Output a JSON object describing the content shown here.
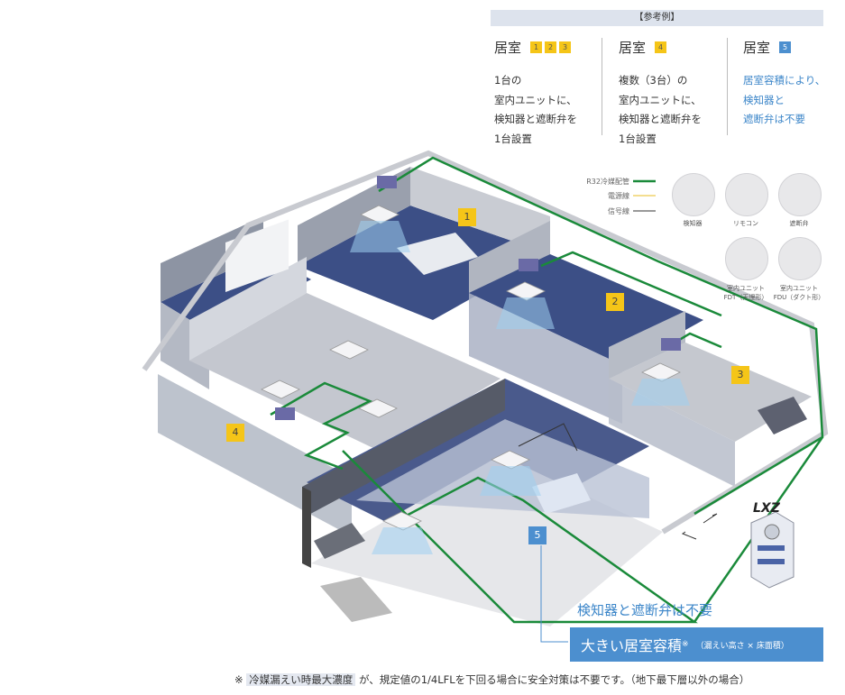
{
  "reference": {
    "header": "【参考例】",
    "columns": [
      {
        "title": "居室",
        "tags": [
          "1",
          "2",
          "3"
        ],
        "lines": [
          "1台の",
          "室内ユニットに、",
          "検知器と遮断弁を",
          "1台設置"
        ]
      },
      {
        "title": "居室",
        "tags": [
          "4"
        ],
        "lines": [
          "複数（3台）の",
          "室内ユニットに、",
          "検知器と遮断弁を",
          "1台設置"
        ]
      },
      {
        "title": "居室",
        "tags": [
          "5"
        ],
        "lines": [
          "居室容積により、",
          "検知器と",
          "遮断弁は不要"
        ]
      }
    ]
  },
  "legend": {
    "pipe": "R32冷媒配管",
    "power": "電源線",
    "signal": "信号線",
    "icons": [
      {
        "name": "detector-icon",
        "label": "検知器"
      },
      {
        "name": "remote-icon",
        "label": "リモコン"
      },
      {
        "name": "shutoff-valve-icon",
        "label": "遮断弁"
      },
      {
        "name": "indoor-fdt-icon",
        "label": "室内ユニット\nFDT（天埋形）"
      },
      {
        "name": "indoor-fdu-icon",
        "label": "室内ユニット\nFDU（ダクト形）"
      }
    ]
  },
  "rooms": [
    "1",
    "2",
    "3",
    "4",
    "5"
  ],
  "brand": "LXZ",
  "no_need": "検知器と遮断弁は不要",
  "big_room": {
    "main": "大きい居室容積",
    "mark": "※",
    "sub": "（漏えい高さ × 床面積）"
  },
  "footnote": {
    "prefix": "※",
    "highlight": "冷媒漏えい時最大濃度",
    "rest": "が、規定値の1/4LFLを下回る場合に安全対策は不要です。（地下最下層以外の場合）"
  },
  "colors": {
    "pipe": "#1a8a3a",
    "power": "#f1d36b",
    "signal": "#333333",
    "accent_blue": "#4c8fcf",
    "tag_yellow": "#f5c518"
  }
}
